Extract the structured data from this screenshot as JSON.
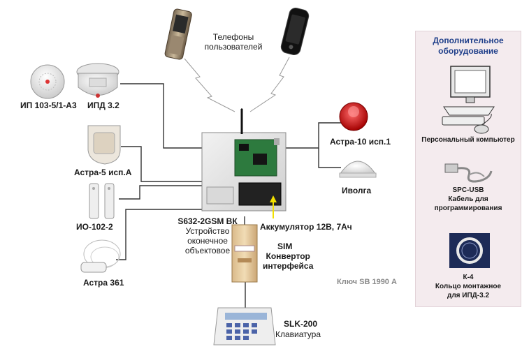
{
  "phones_label": "Телефоны\nпользователей",
  "detectors": {
    "ip103": "ИП 103-5/1-А3",
    "ipd": "ИПД 3.2",
    "astra5": "Астра-5 исп.А",
    "io102": "ИО-102-2",
    "astra361": "Астра 361"
  },
  "sirens": {
    "astra10": "Астра-10 исп.1",
    "ivolga": "Иволга"
  },
  "controller": {
    "model": "S632-2GSM ВК",
    "desc": "Устройство\nоконечное\nобъектовое",
    "battery": "Аккумулятор 12В, 7Ач"
  },
  "sim": {
    "title": "SIM",
    "desc": "Конвертор\nинтерфейса"
  },
  "keypad": {
    "title": "SLK-200",
    "desc": "Клавиатура"
  },
  "key_label": "Ключ SB 1990 А",
  "panel": {
    "title": "Дополнительное\nоборудование",
    "computer": "Персональный компьютер",
    "spc_title": "SPC-USB",
    "spc_desc": "Кабель для\nпрограммирования",
    "k4_title": "К-4",
    "k4_desc": "Кольцо монтажное\nдля ИПД-3.2"
  },
  "colors": {
    "line": "#333333",
    "panel_title": "#1f3f8a",
    "arrow_yellow": "#f2e000"
  }
}
